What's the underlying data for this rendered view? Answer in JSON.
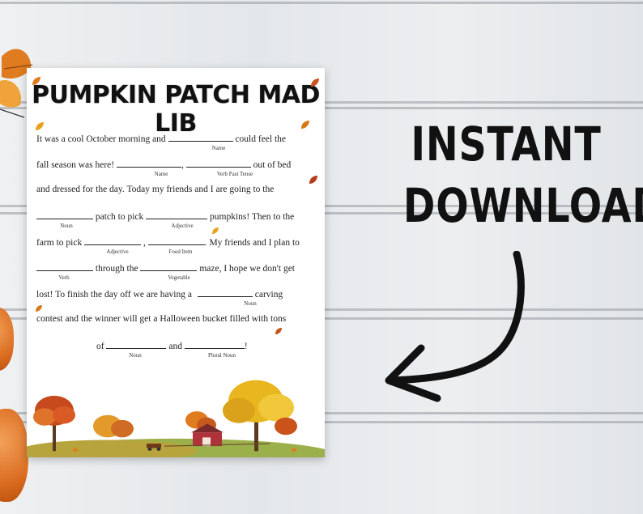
{
  "worksheet": {
    "title": "PUMPKIN PATCH MAD LIB",
    "lines": [
      {
        "a": "It was a cool October morning and",
        "b": "could feel the",
        "cap": "Name"
      },
      {
        "a": "fall season was here!",
        "mid": ",",
        "b": "out of bed",
        "cap1": "Name",
        "cap2": "Verb Past Tense"
      },
      {
        "a": "and dressed for the day. Today my friends and I are going to the"
      },
      {
        "a": "patch to pick",
        "b": "pumpkins! Then to the",
        "cap1": "Noun",
        "cap2": "Adjective"
      },
      {
        "a": "farm to pick",
        "mid": ",",
        "b": ". My friends and I plan to",
        "cap1": "Adjective",
        "cap2": "Food Item"
      },
      {
        "a": "through the",
        "b": "maze, I hope we don't get",
        "cap1": "Verb",
        "cap2": "Vegetable"
      },
      {
        "a": "lost! To finish the day off we are having a",
        "b": "carving",
        "cap": "Noun"
      },
      {
        "a": "contest and the winner will get  a Halloween bucket filled with tons"
      },
      {
        "a": "of",
        "mid": "and",
        "b": "!",
        "cap1": "Noun",
        "cap2": "Plural Noun"
      }
    ]
  },
  "promo": {
    "line1": "INSTANT",
    "line2": "DOWNLOAD"
  },
  "colors": {
    "pumpkin": "#d96a1e",
    "leaf_orange": "#e07b1f",
    "leaf_red": "#b83a1c",
    "tree_yellow": "#e8b61e",
    "barn_red": "#b0323a"
  }
}
